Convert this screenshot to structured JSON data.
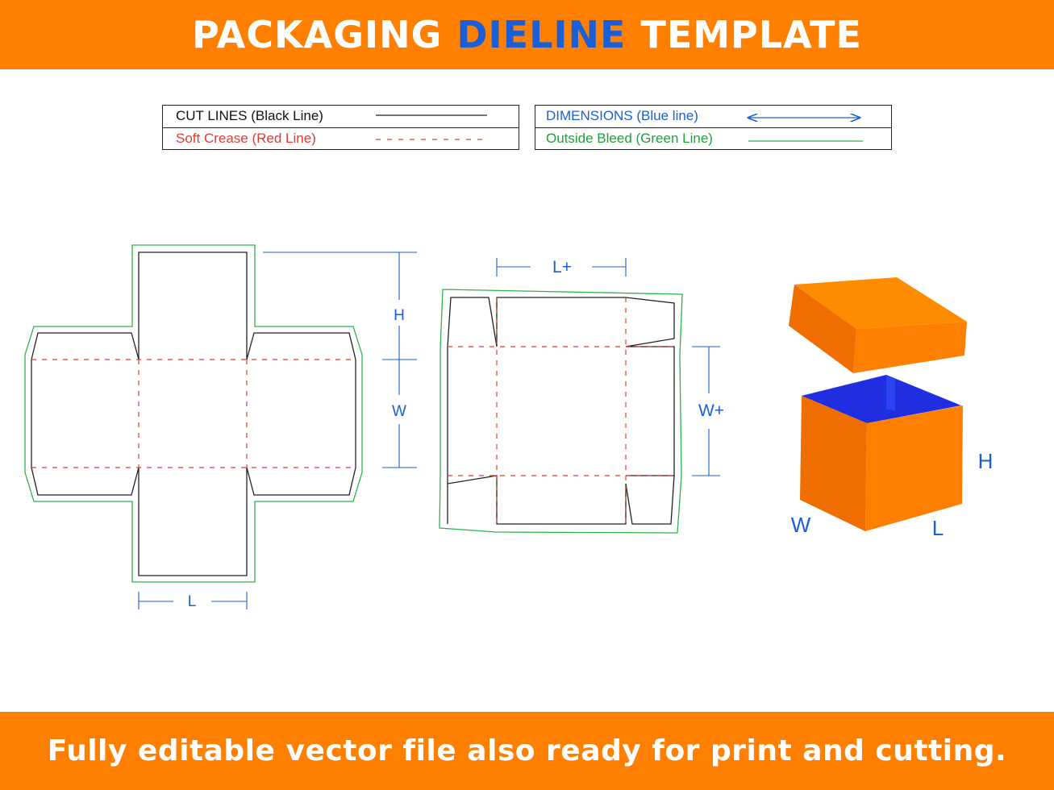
{
  "header": {
    "title_part1": "PACKAGING",
    "title_part2": "DIELINE",
    "title_part3": "TEMPLATE"
  },
  "legend": {
    "cut_lines": "CUT LINES (Black Line)",
    "soft_crease": "Soft Crease (Red Line)",
    "dimensions": "DIMENSIONS (Blue line)",
    "outside_bleed": "Outside Bleed (Green Line)"
  },
  "base_dieline": {
    "height_label": "H",
    "width_label": "W",
    "length_label": "L"
  },
  "lid_dieline": {
    "length_label": "L+",
    "width_label": "W+"
  },
  "box_3d": {
    "height_label": "H",
    "width_label": "W",
    "length_label": "L"
  },
  "footer": {
    "caption": "Fully editable vector file also ready for print and cutting."
  },
  "colors": {
    "brand_orange": "#ff7f00",
    "title_accent": "#1a5fd6",
    "cut_line": "#222222",
    "crease_line": "#e03c31",
    "dimension_line": "#1a5fd6",
    "bleed_line": "#2fb34a",
    "box_inner": "#1f2ee0"
  }
}
